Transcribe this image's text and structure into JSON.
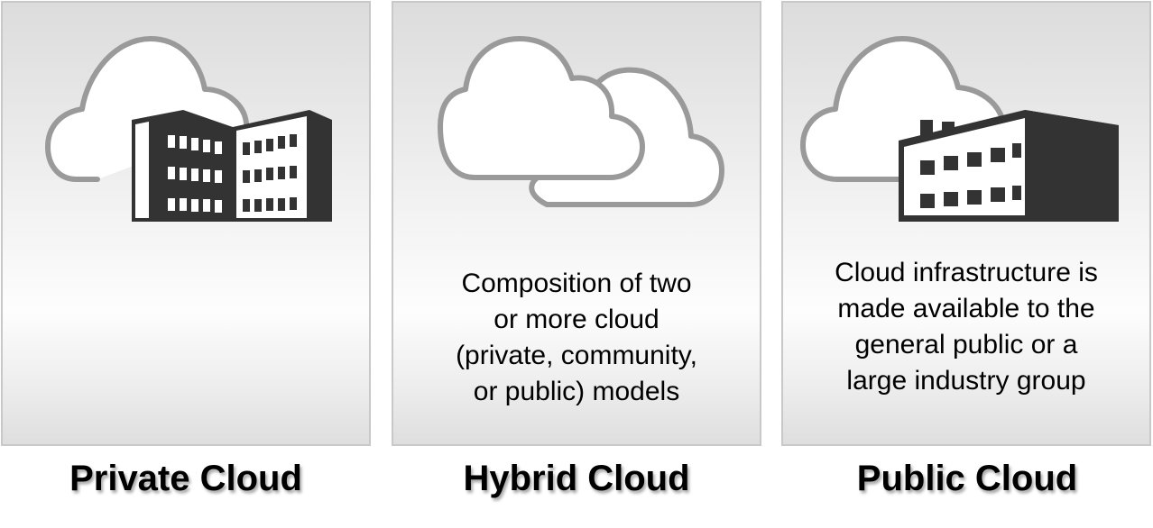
{
  "panels": [
    {
      "id": "private",
      "label": "Private Cloud",
      "description": []
    },
    {
      "id": "hybrid",
      "label": "Hybrid Cloud",
      "description": [
        "Composition of two",
        "or more cloud",
        "(private, community,",
        "or public) models"
      ]
    },
    {
      "id": "public",
      "label": "Public Cloud",
      "description": [
        "Cloud infrastructure is",
        "made available to the",
        "general public or a",
        "large industry group"
      ]
    }
  ],
  "icons": {
    "private": [
      "cloud-icon",
      "office-building-icon"
    ],
    "hybrid": [
      "overlapping-clouds-icon"
    ],
    "public": [
      "cloud-icon",
      "factory-building-icon"
    ]
  },
  "colors": {
    "cloud_stroke": "#9a9a9a",
    "cloud_fill": "#ffffff",
    "building_dark": "#333333",
    "building_light": "#ffffff",
    "label_text": "#000000"
  }
}
